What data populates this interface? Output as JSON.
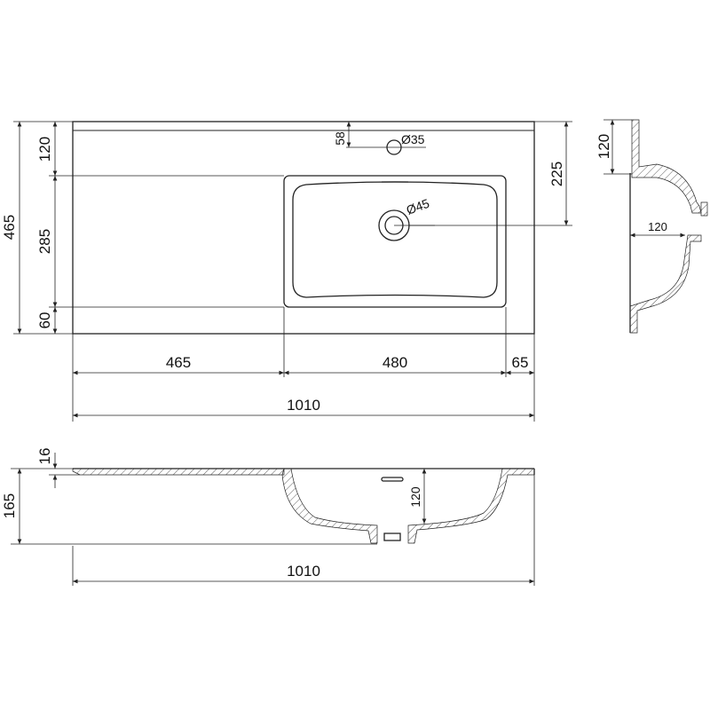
{
  "top_view": {
    "dims": {
      "left_top": "120",
      "left_mid": "285",
      "left_bottom": "60",
      "left_total": "465",
      "tap_offset": "58",
      "tap_hole": "Ø35",
      "drain": "Ø45",
      "right": "225",
      "width_left": "465",
      "width_basin": "480",
      "width_right": "65",
      "width_total": "1010"
    }
  },
  "side_view": {
    "dims": {
      "height": "120",
      "depth": "120"
    }
  },
  "front_view": {
    "dims": {
      "thickness": "16",
      "height_total": "165",
      "basin_depth": "120",
      "width_total": "1010"
    }
  },
  "colors": {
    "line": "#222222",
    "background": "#ffffff"
  }
}
